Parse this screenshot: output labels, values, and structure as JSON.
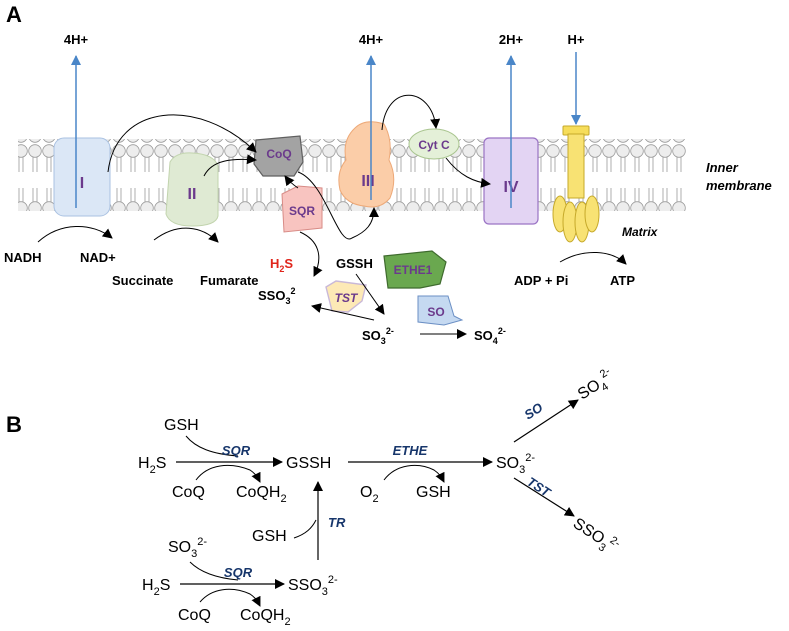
{
  "panel_a": {
    "label": "A",
    "proton_labels": {
      "complex_i": "4H+",
      "complex_iii": "4H+",
      "complex_iv": "2H+",
      "atp_synthase": "H+"
    },
    "complexes": {
      "i": "I",
      "ii": "II",
      "iii": "III",
      "iv": "IV"
    },
    "coq": "CoQ",
    "cytc": "Cyt C",
    "sqr": "SQR",
    "ethe1": "ETHE1",
    "tst": "TST",
    "so": "SO",
    "membrane_label_line1": "Inner",
    "membrane_label_line2": "membrane",
    "matrix_label": "Matrix",
    "nadh": "NADH",
    "nad": "NAD+",
    "succinate": "Succinate",
    "fumarate": "Fumarate",
    "h2s": {
      "base": "H",
      "sub": "2",
      "end": "S"
    },
    "gssh": "GSSH",
    "sso3": {
      "base": "SSO",
      "sub": "3",
      "sup": "2"
    },
    "so3": {
      "base": "SO",
      "sub": "3",
      "sup": "2-"
    },
    "so4": {
      "base": "SO",
      "sub": "4",
      "sup": "2-"
    },
    "adp_pi": "ADP + Pi",
    "atp": "ATP"
  },
  "panel_b": {
    "label": "B",
    "gsh": "GSH",
    "h2s": {
      "base": "H",
      "sub": "2",
      "end": "S"
    },
    "sqr": "SQR",
    "gssh": "GSSH",
    "coq": "CoQ",
    "coqh2": {
      "base": "CoQH",
      "sub": "2"
    },
    "ethe": "ETHE",
    "o2": {
      "base": "O",
      "sub": "2"
    },
    "so3": {
      "base": "SO",
      "sub": "3",
      "sup": "2-"
    },
    "so": "SO",
    "so4": {
      "base": "SO",
      "sub": "4",
      "sup": "2-"
    },
    "tst": "TST",
    "sso3": {
      "base": "SSO",
      "sub": "3",
      "sup": "2-"
    },
    "tr": "TR"
  },
  "colors": {
    "proton_arrow": "#4a86c8",
    "enzyme_label": "#17366b",
    "h2s_red": "#e0251b",
    "complex_label": "#6b3a8c"
  }
}
